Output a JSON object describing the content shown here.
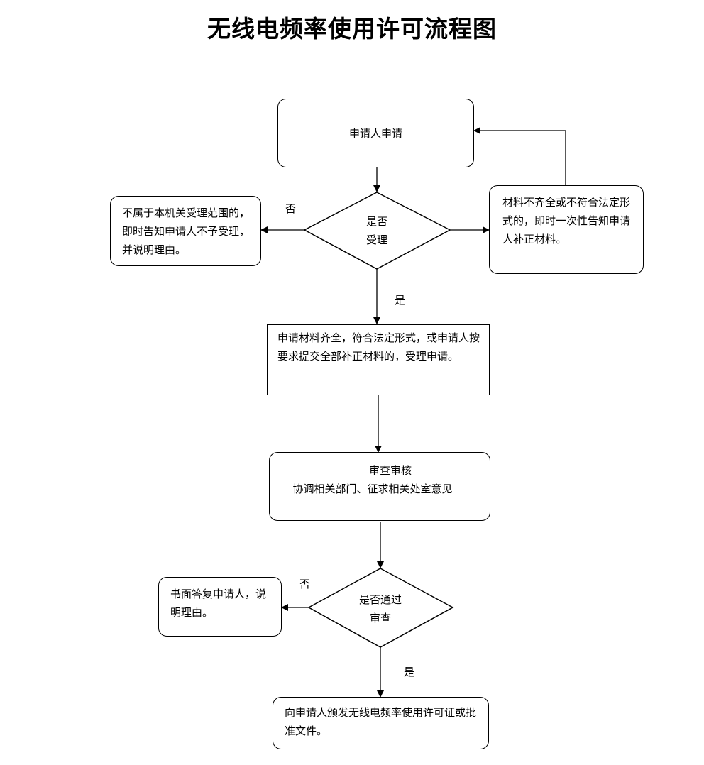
{
  "title": "无线电频率使用许可流程图",
  "nodes": {
    "apply": "申请人申请",
    "accept_q_line1": "是否",
    "accept_q_line2": "受理",
    "reject_text": "不属于本机关受理范围的，即时告知申请人不予受理，并说明理由。",
    "supplement_text": "材料不齐全或不符合法定形式的，即时一次性告知申请人补正材料。",
    "accepted_text": "申请材料齐全，符合法定形式，或申请人按要求提交全部补正材料的，受理申请。",
    "review_title": "审查审核",
    "review_desc": "协调相关部门、征求相关处室意见",
    "pass_q_line1": "是否通过",
    "pass_q_line2": "审查",
    "deny_text": "书面答复申请人，说明理由。",
    "issue_text": "向申请人颁发无线电频率使用许可证或批准文件。"
  },
  "edge_labels": {
    "no_1": "否",
    "yes_1": "是",
    "no_2": "否",
    "yes_2": "是"
  }
}
